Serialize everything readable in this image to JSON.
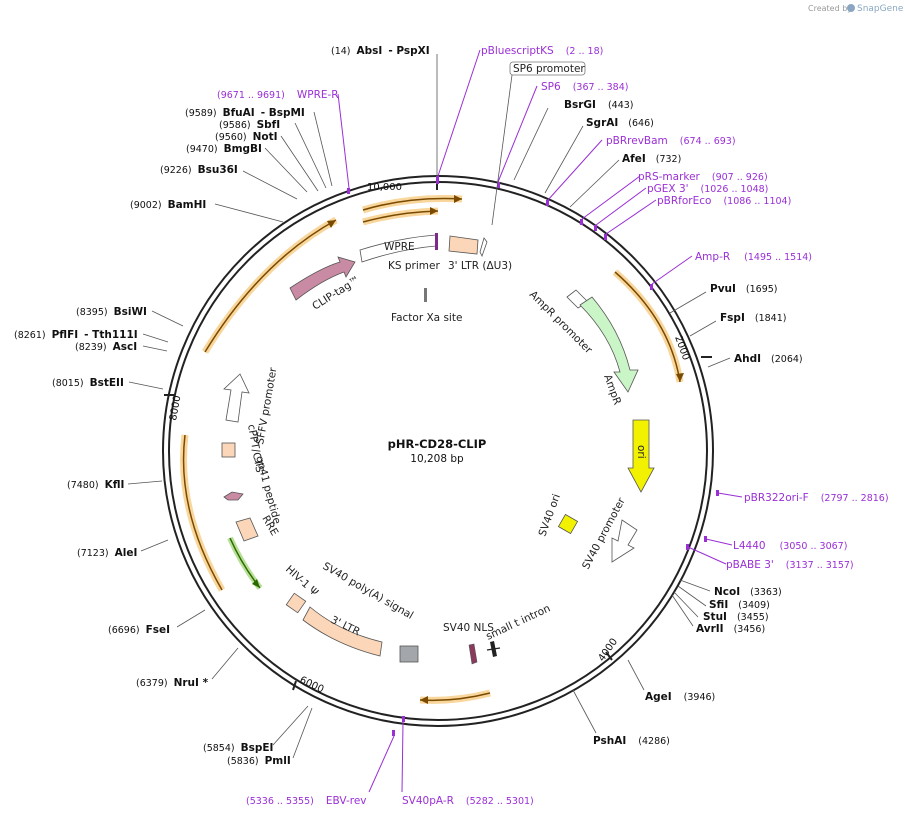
{
  "credit": {
    "prefix": "Created by",
    "brand": "SnapGene"
  },
  "plasmid": {
    "name": "pHR-CD28-CLIP",
    "size_label": "10,208 bp"
  },
  "ticks": [
    "10,000",
    "2000",
    "4000",
    "6000",
    "8000"
  ],
  "enzymes": [
    {
      "name": "AbsI",
      "partner": "PspXI",
      "pos": "(14)"
    },
    {
      "name": "BsrGI",
      "pos": "(443)"
    },
    {
      "name": "SgrAI",
      "pos": "(646)"
    },
    {
      "name": "AfeI",
      "pos": "(732)"
    },
    {
      "name": "PvuI",
      "pos": "(1695)"
    },
    {
      "name": "FspI",
      "pos": "(1841)"
    },
    {
      "name": "AhdI",
      "pos": "(2064)"
    },
    {
      "name": "NcoI",
      "pos": "(3363)"
    },
    {
      "name": "SfiI",
      "pos": "(3409)"
    },
    {
      "name": "StuI",
      "pos": "(3455)"
    },
    {
      "name": "AvrII",
      "pos": "(3456)"
    },
    {
      "name": "AgeI",
      "pos": "(3946)"
    },
    {
      "name": "PshAI",
      "pos": "(4286)"
    },
    {
      "name": "BspEI",
      "pos": "(5854)"
    },
    {
      "name": "PmlI",
      "pos": "(5836)"
    },
    {
      "name": "NruI *",
      "pos": "(6379)"
    },
    {
      "name": "FseI",
      "pos": "(6696)"
    },
    {
      "name": "AleI",
      "pos": "(7123)"
    },
    {
      "name": "KflI",
      "pos": "(7480)"
    },
    {
      "name": "BstEII",
      "pos": "(8015)"
    },
    {
      "name": "AscI",
      "pos": "(8239)"
    },
    {
      "name": "PflFI",
      "partner": "Tth111I",
      "pos": "(8261)"
    },
    {
      "name": "BsiWI",
      "pos": "(8395)"
    },
    {
      "name": "BamHI",
      "pos": "(9002)"
    },
    {
      "name": "Bsu36I",
      "pos": "(9226)"
    },
    {
      "name": "BmgBI",
      "pos": "(9470)"
    },
    {
      "name": "NotI",
      "pos": "(9560)"
    },
    {
      "name": "SbfI",
      "pos": "(9586)"
    },
    {
      "name": "BfuAI",
      "partner": "BspMI",
      "pos": "(9589)"
    }
  ],
  "primers": [
    {
      "name": "pBluescriptKS",
      "pos": "(2 .. 18)"
    },
    {
      "name": "SP6",
      "pos": "(367 .. 384)"
    },
    {
      "name": "pBRrevBam",
      "pos": "(674 .. 693)"
    },
    {
      "name": "pRS-marker",
      "pos": "(907 .. 926)"
    },
    {
      "name": "pGEX 3'",
      "pos": "(1026 .. 1048)"
    },
    {
      "name": "pBRforEco",
      "pos": "(1086 .. 1104)"
    },
    {
      "name": "Amp-R",
      "pos": "(1495 .. 1514)"
    },
    {
      "name": "pBR322ori-F",
      "pos": "(2797 .. 2816)"
    },
    {
      "name": "L4440",
      "pos": "(3050 .. 3067)"
    },
    {
      "name": "pBABE 3'",
      "pos": "(3137 .. 3157)"
    },
    {
      "name": "SV40pA-R",
      "pos": "(5282 .. 5301)"
    },
    {
      "name": "EBV-rev",
      "pos": "(5336 .. 5355)"
    },
    {
      "name": "WPRE-R",
      "pos": "(9671 .. 9691)"
    }
  ],
  "features": {
    "sp6_promoter": "SP6 promoter",
    "wpre": "WPRE",
    "ks_primer": "KS primer",
    "ltr3": "3' LTR (ΔU3)",
    "clip_tag": "CLIP-tag™",
    "factor_xa": "Factor Xa site",
    "ampr_promoter": "AmpR promoter",
    "ampr": "AmpR",
    "ori": "ori",
    "sv40_ori": "SV40 ori",
    "sv40_promoter": "SV40 promoter",
    "sv40_nls": "SV40 NLS",
    "small_t": "small t intron",
    "sv40_polya": "SV40 poly(A) signal",
    "ltr3b": "3' LTR",
    "hiv_psi": "HIV-1 Ψ",
    "rre": "RRE",
    "gp41": "gp41 peptide",
    "cppt": "cPPT/CTS",
    "sffv": "SFFV promoter"
  }
}
